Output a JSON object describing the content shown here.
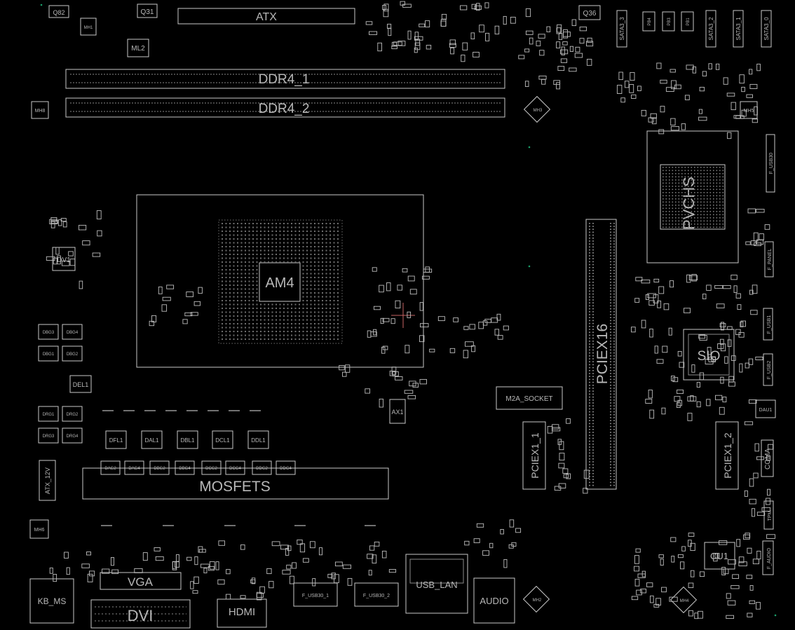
{
  "board": {
    "background": "#000000",
    "line_color": "#c8c8c8",
    "text_color": "#b8b8b8",
    "accent_dot_color": "#1a9e6a"
  },
  "labels": {
    "atx": "ATX",
    "ddr4_1": "DDR4_1",
    "ddr4_2": "DDR4_2",
    "am4": "AM4",
    "pciex16": "PCIEX16",
    "pciex1_1": "PCIEX1_1",
    "pciex1_2": "PCIEX1_2",
    "sio": "SIO",
    "pvch": "PVCHS",
    "m2a_socket": "M2A_SOCKET",
    "mosfets": "MOSFETS",
    "usb_lan": "USB_LAN",
    "audio": "AUDIO",
    "hdmi": "HDMI",
    "dvi": "DVI",
    "vga": "VGA",
    "kb_ms": "KB_MS",
    "cu1": "CU1",
    "dv1": "DV1",
    "del1": "DEL1",
    "ml2": "ML2",
    "q31": "Q31",
    "q36": "Q36",
    "q82": "Q82",
    "mh1": "MH1",
    "mh2": "MH2",
    "mh3": "MH3",
    "mh4": "MH4",
    "mh5": "MH5",
    "mh6": "MH6",
    "mh8": "MH8",
    "atx_12v": "ATX_12V",
    "coma": "COMA",
    "jtpm": "TPM",
    "f_audio": "F_AUDIO",
    "f_usb1": "F_USB1",
    "f_usb2": "F_USB2",
    "f_usb30": "F_USB30",
    "f_panel": "F_PANEL",
    "sata3_0": "SATA3_0",
    "sata3_1": "SATA3_1",
    "sata3_2": "SATA3_2",
    "sata3_3": "SATA3_3",
    "pb1": "PB1",
    "pb3": "PB3",
    "pb4": "PB4",
    "dau1": "DAU1",
    "ax1": "AX1",
    "f_usb30_1": "F_USB30_1",
    "f_usb30_2": "F_USB30_2"
  },
  "inductors": [
    "DFL1",
    "DAL1",
    "DBL1",
    "DCL1",
    "DDL1"
  ],
  "left_chokes": [
    "DBG3",
    "DBG4",
    "DBG1",
    "DBG2",
    "DRG1",
    "DRG2",
    "DRG3",
    "DRG4"
  ],
  "phase_caps": [
    "DAG2",
    "DAG4",
    "DBG2",
    "DBG4",
    "DCG2",
    "DCG4",
    "DDG2",
    "DDG4"
  ]
}
